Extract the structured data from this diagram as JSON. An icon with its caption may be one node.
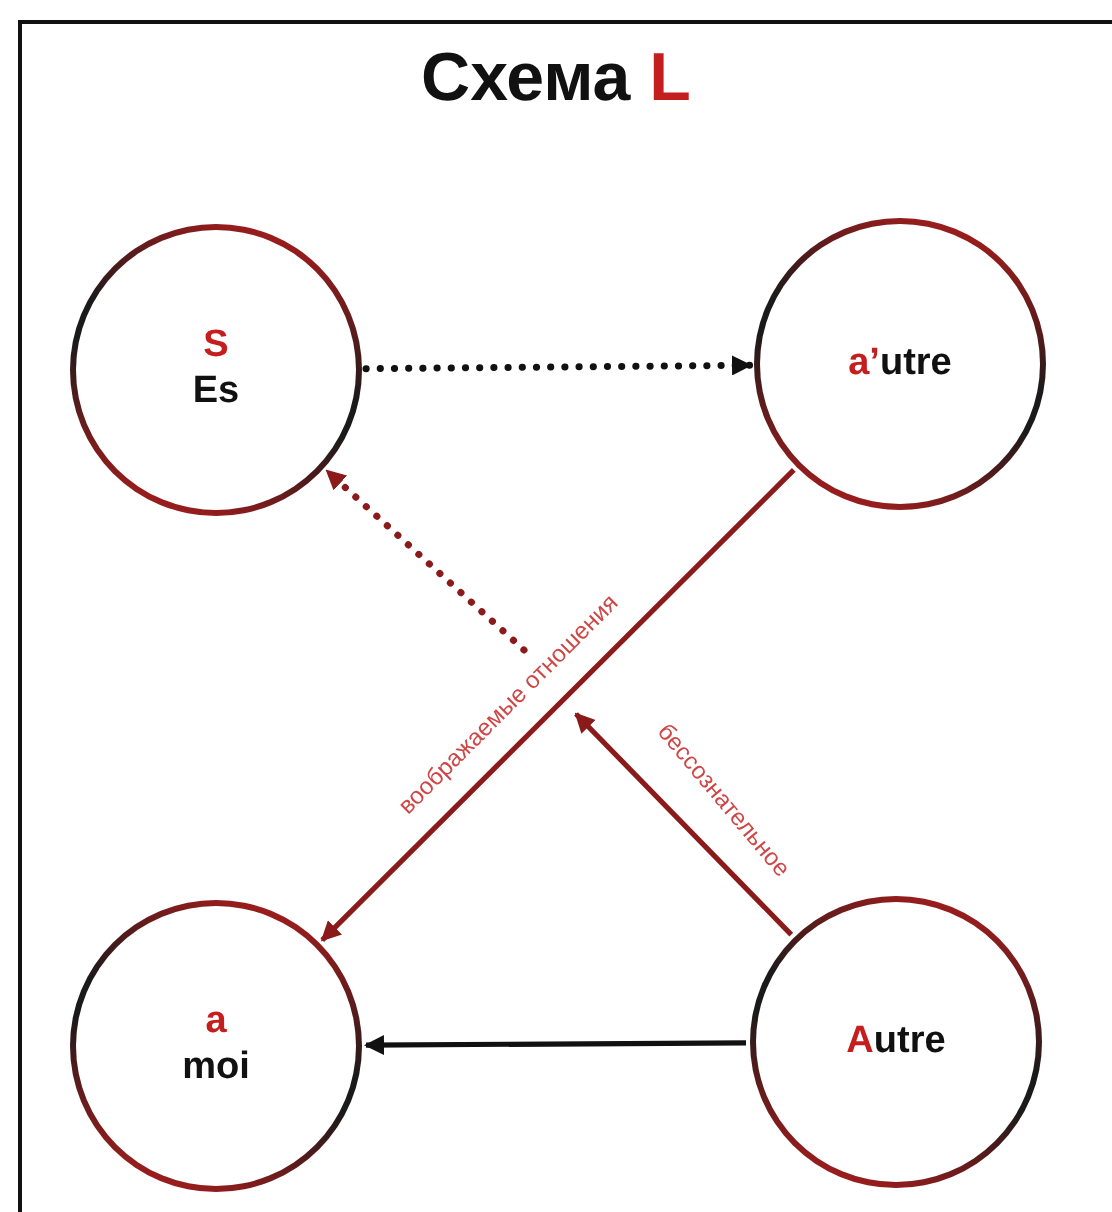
{
  "diagram": {
    "title": "Схема L",
    "nodes": [
      {
        "text": [
          "S",
          "Es"
        ]
      },
      {
        "text": [
          "a’utre"
        ]
      },
      {
        "text": [
          "a",
          "moi"
        ]
      },
      {
        "text": [
          "Autre"
        ]
      }
    ],
    "edges": [
      {
        "from": 0,
        "to": 1,
        "arrow": "to",
        "style": "dashed",
        "color": "#111111"
      },
      {
        "from": 1,
        "to": 2,
        "arrow": "to",
        "label": "воображаемые отношения"
      },
      {
        "from": 3,
        "to": null,
        "arrow": "to",
        "label": "бессознательное"
      },
      {
        "from": 3,
        "to": 2,
        "arrow": "to",
        "color": "#111111"
      },
      {
        "from": null,
        "to": 0,
        "arrow": "to",
        "style": "dashed"
      }
    ]
  }
}
